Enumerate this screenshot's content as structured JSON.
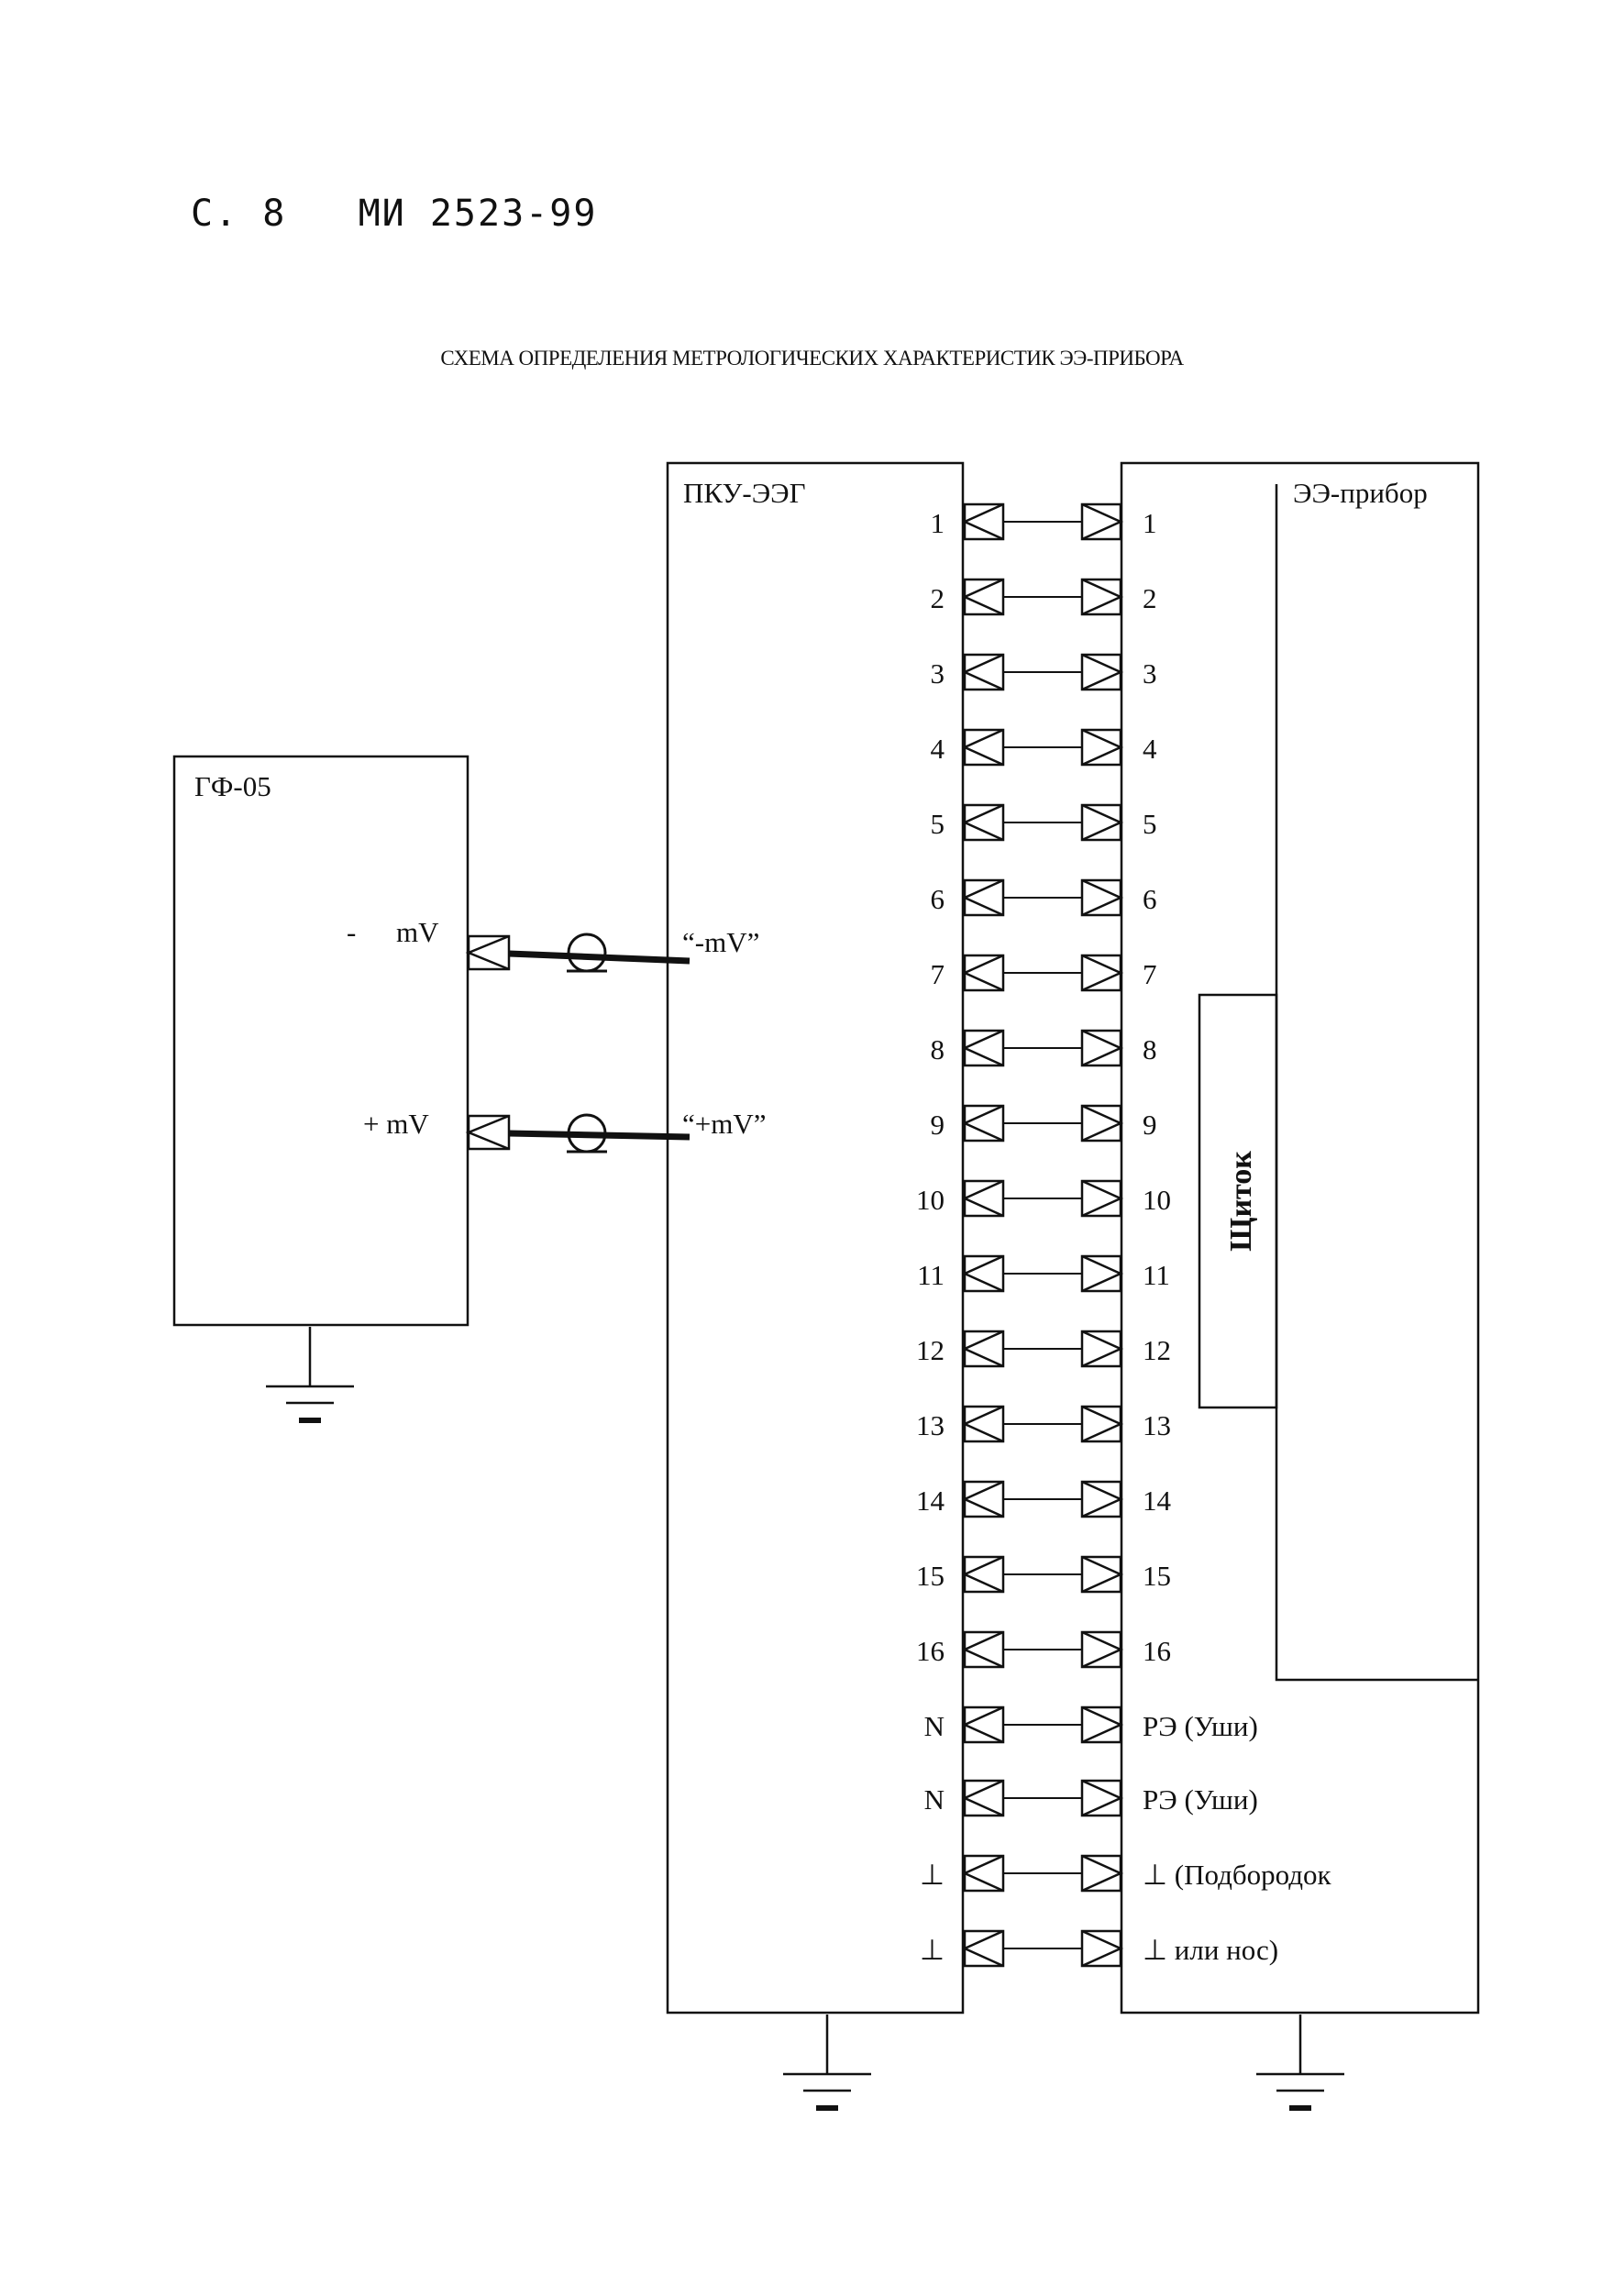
{
  "header": {
    "page": "С. 8",
    "doc": "МИ 2523-99"
  },
  "title": "СХЕМА ОПРЕДЕЛЕНИЯ МЕТРОЛОГИЧЕСКИХ ХАРАКТЕРИСТИК ЭЭ-ПРИБОРА",
  "generator": {
    "label": "ГФ-05",
    "minus_sign": "-",
    "minus_unit": "mV",
    "plus_label": "+ mV"
  },
  "pku": {
    "label": "ПКУ-ЭЭГ",
    "input_minus": "“-mV”",
    "input_plus": "“+mV”"
  },
  "device": {
    "label": "ЭЭ-прибор",
    "panel_label": "Щиток"
  },
  "channels": [
    {
      "left": "1",
      "right": "1"
    },
    {
      "left": "2",
      "right": "2"
    },
    {
      "left": "3",
      "right": "3"
    },
    {
      "left": "4",
      "right": "4"
    },
    {
      "left": "5",
      "right": "5"
    },
    {
      "left": "6",
      "right": "6"
    },
    {
      "left": "7",
      "right": "7"
    },
    {
      "left": "8",
      "right": "8"
    },
    {
      "left": "9",
      "right": "9"
    },
    {
      "left": "10",
      "right": "10"
    },
    {
      "left": "11",
      "right": "11"
    },
    {
      "left": "12",
      "right": "12"
    },
    {
      "left": "13",
      "right": "13"
    },
    {
      "left": "14",
      "right": "14"
    },
    {
      "left": "15",
      "right": "15"
    },
    {
      "left": "16",
      "right": "16"
    },
    {
      "left": "N",
      "right": "РЭ (Уши)"
    },
    {
      "left": "N",
      "right": "РЭ (Уши)"
    },
    {
      "left": "⊥",
      "right": "⊥ (Подбородок"
    },
    {
      "left": "⊥",
      "right": "⊥ или нос)"
    }
  ],
  "colors": {
    "ink": "#111111",
    "paper": "#ffffff"
  }
}
